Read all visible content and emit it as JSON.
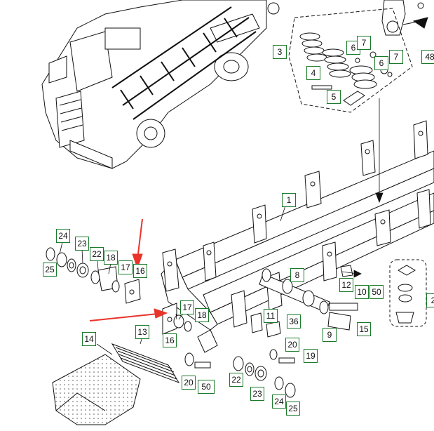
{
  "colors": {
    "line": "#111111",
    "label_border": "#1a7a2a",
    "arrow": "#e8342b",
    "fill": "#ffffff"
  },
  "callouts": {
    "c1": "1",
    "c2": "2",
    "c3": "3",
    "c4": "4",
    "c5": "5",
    "c6": "6",
    "c7a": "7",
    "c7b": "7",
    "c48": "48",
    "c8": "8",
    "c9": "9",
    "c10": "10",
    "c50a": "50",
    "c11": "11",
    "c12": "12",
    "c13": "13",
    "c14": "14",
    "c15": "15",
    "c16a": "16",
    "c16b": "16",
    "c17a": "17",
    "c17b": "17",
    "c18a": "18",
    "c18b": "18",
    "c19": "19",
    "c20a": "20",
    "c20b": "20",
    "c22a": "22",
    "c22b": "22",
    "c23a": "23",
    "c23b": "23",
    "c24a": "24",
    "c24b": "24",
    "c25a": "25",
    "c25b": "25",
    "c36": "36",
    "c50b": "50"
  }
}
